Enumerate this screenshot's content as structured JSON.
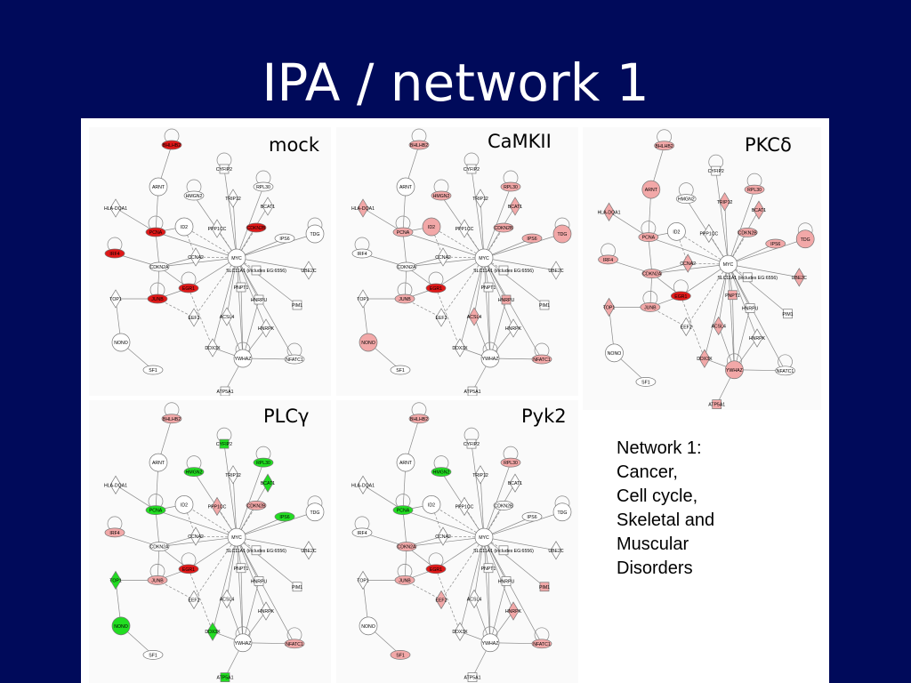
{
  "title": "IPA / network 1",
  "panels": [
    {
      "id": "mock",
      "label": "mock",
      "red": [
        "BHLHB2",
        "CDKN2B",
        "EGR1",
        "PCNA",
        "JUNB",
        "IRF4"
      ],
      "pink": [
        "JUNB",
        "CDKN2B"
      ],
      "green": []
    },
    {
      "id": "camkii",
      "label": "CaMKII",
      "red": [
        "EGR1"
      ],
      "pink": [
        "BHLHB2",
        "HLA-DQA1",
        "HMGN2",
        "RPL30",
        "BCAT1",
        "ID2",
        "CDKN2B",
        "PCNA",
        "JUNB",
        "NONO",
        "ACSL4",
        "IPS6",
        "TDG",
        "NFATC1",
        "HNRPU"
      ],
      "green": []
    },
    {
      "id": "pkcd",
      "label": "PKCδ",
      "red": [
        "EGR1"
      ],
      "pink": [
        "BHLHB2",
        "HLA-DQA1",
        "ARNT",
        "TRIP12",
        "RPL30",
        "BCAT1",
        "CDKN2B",
        "PCNA",
        "IRF4",
        "JUNB",
        "TOP1",
        "IPS6",
        "TDG",
        "UBE2C",
        "PNPT1",
        "ACSL4",
        "DDX3X",
        "YWHAZ",
        "ATP5A1",
        "CDKN2A",
        "CCNA2"
      ],
      "green": []
    },
    {
      "id": "plcg",
      "label": "PLCγ",
      "red": [
        "EGR1"
      ],
      "pink": [
        "BHLHB2",
        "CDKN2B",
        "IRF4",
        "JUNB",
        "NFATC1",
        "PPP1CC"
      ],
      "green": [
        "CYFIP2",
        "HMGN2",
        "RPL30",
        "BCAT1",
        "PCNA",
        "IPS6",
        "TOP1",
        "NONO",
        "DDX3X",
        "ATP5A1"
      ]
    },
    {
      "id": "pyk2",
      "label": "Pyk2",
      "red": [
        "EGR1"
      ],
      "pink": [
        "BHLHB2",
        "RPL30",
        "CDKN2A",
        "JUNB",
        "EEF2",
        "PIM1",
        "HNRPK",
        "NFATC1",
        "SF1"
      ],
      "green": [
        "HMGN2",
        "PCNA"
      ]
    }
  ],
  "node_labels": {
    "BHLHB2": "BHLHB2",
    "ARNT": "ARNT",
    "CYFIP2": "CYFIP2",
    "HMGN2": "HMGN2",
    "TRIP12": "TRIP12",
    "RPL30": "RPL30",
    "HLA-DQA1": "HLA-DQA1",
    "BCAT1": "BCAT1",
    "PCNA": "PCNA",
    "ID2": "ID2",
    "PPP1CC": "PPP1CC",
    "CDKN2B": "CDKN2B",
    "IPS6": "IPS6",
    "TDG": "TDG",
    "IRF4": "IRF4",
    "CCNA2": "CCNA2",
    "MYC": "MYC",
    "CDKN2A": "CDKN2A",
    "SLC11A1": "SLC11A1 (includes EG:6556)",
    "UBE2C": "UBE2C",
    "EGR1": "EGR1",
    "JUNB": "JUNB",
    "PNPT1": "PNPT1",
    "TOP1": "TOP1",
    "EEF2": "EEF2",
    "HNRPU": "HNRPU",
    "PIM1": "PIM1",
    "ACSL4": "ACSL4",
    "HNRPK": "HNRPK",
    "NONO": "NONO",
    "DDX3X": "DDX3X",
    "YWHAZ": "YWHAZ",
    "NFATC1": "NFATC1",
    "SF1": "SF1",
    "ATP5A1": "ATP5A1"
  },
  "description": [
    "Network 1:",
    "Cancer,",
    "Cell cycle,",
    "Skeletal and",
    "Muscular",
    "Disorders"
  ],
  "colors": {
    "background": "#000a5a",
    "red": "#e01818",
    "pink": "#f2a8a8",
    "green": "#22dd22",
    "plain": "#ffffff"
  }
}
